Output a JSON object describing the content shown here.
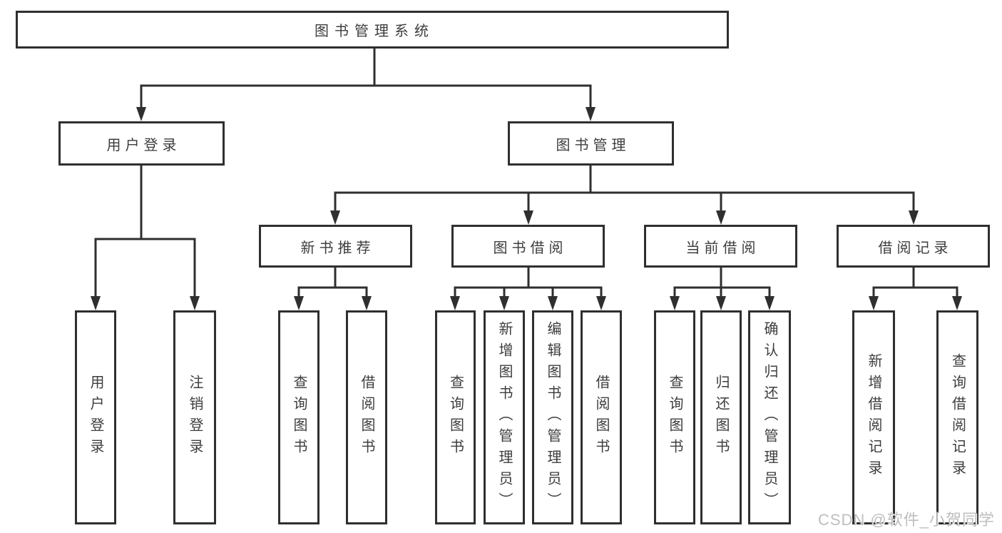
{
  "diagram": {
    "type": "hierarchy-tree",
    "colors": {
      "line": "#2f2f2f",
      "box_border": "#2f2f2f",
      "text": "#3d3d3d",
      "background": "#ffffff",
      "watermark": "#bfbebe"
    },
    "nodes": {
      "root": {
        "label": "图书管理系统"
      },
      "user_login_group": {
        "label": "用户登录"
      },
      "book_management": {
        "label": "图书管理"
      },
      "new_book_recommend": {
        "label": "新书推荐"
      },
      "book_borrowing": {
        "label": "图书借阅"
      },
      "current_borrowing": {
        "label": "当前借阅"
      },
      "borrow_records": {
        "label": "借阅记录"
      },
      "user_login": {
        "label": "用户登录"
      },
      "logout": {
        "label": "注销登录"
      },
      "recommend_query_books": {
        "label": "查询图书"
      },
      "recommend_borrow_books": {
        "label": "借阅图书"
      },
      "borrowing_query_books": {
        "label": "查询图书"
      },
      "borrowing_add_books": {
        "label": "新增图书（管理员）"
      },
      "borrowing_edit_books": {
        "label": "编辑图书（管理员）"
      },
      "borrowing_borrow_books": {
        "label": "借阅图书"
      },
      "current_query_books": {
        "label": "查询图书"
      },
      "current_return_books": {
        "label": "归还图书"
      },
      "current_confirm_return": {
        "label": "确认归还（管理员）"
      },
      "records_add_record": {
        "label": "新增借阅记录"
      },
      "records_query_record": {
        "label": "查询借阅记录"
      }
    },
    "hierarchy": {
      "图书管理系统": {
        "用户登录": [
          "用户登录",
          "注销登录"
        ],
        "图书管理": {
          "新书推荐": [
            "查询图书",
            "借阅图书"
          ],
          "图书借阅": [
            "查询图书",
            "新增图书（管理员）",
            "编辑图书（管理员）",
            "借阅图书"
          ],
          "当前借阅": [
            "查询图书",
            "归还图书",
            "确认归还（管理员）"
          ],
          "借阅记录": [
            "新增借阅记录",
            "查询借阅记录"
          ]
        }
      }
    },
    "watermark": "CSDN @软件_小贺同学"
  }
}
